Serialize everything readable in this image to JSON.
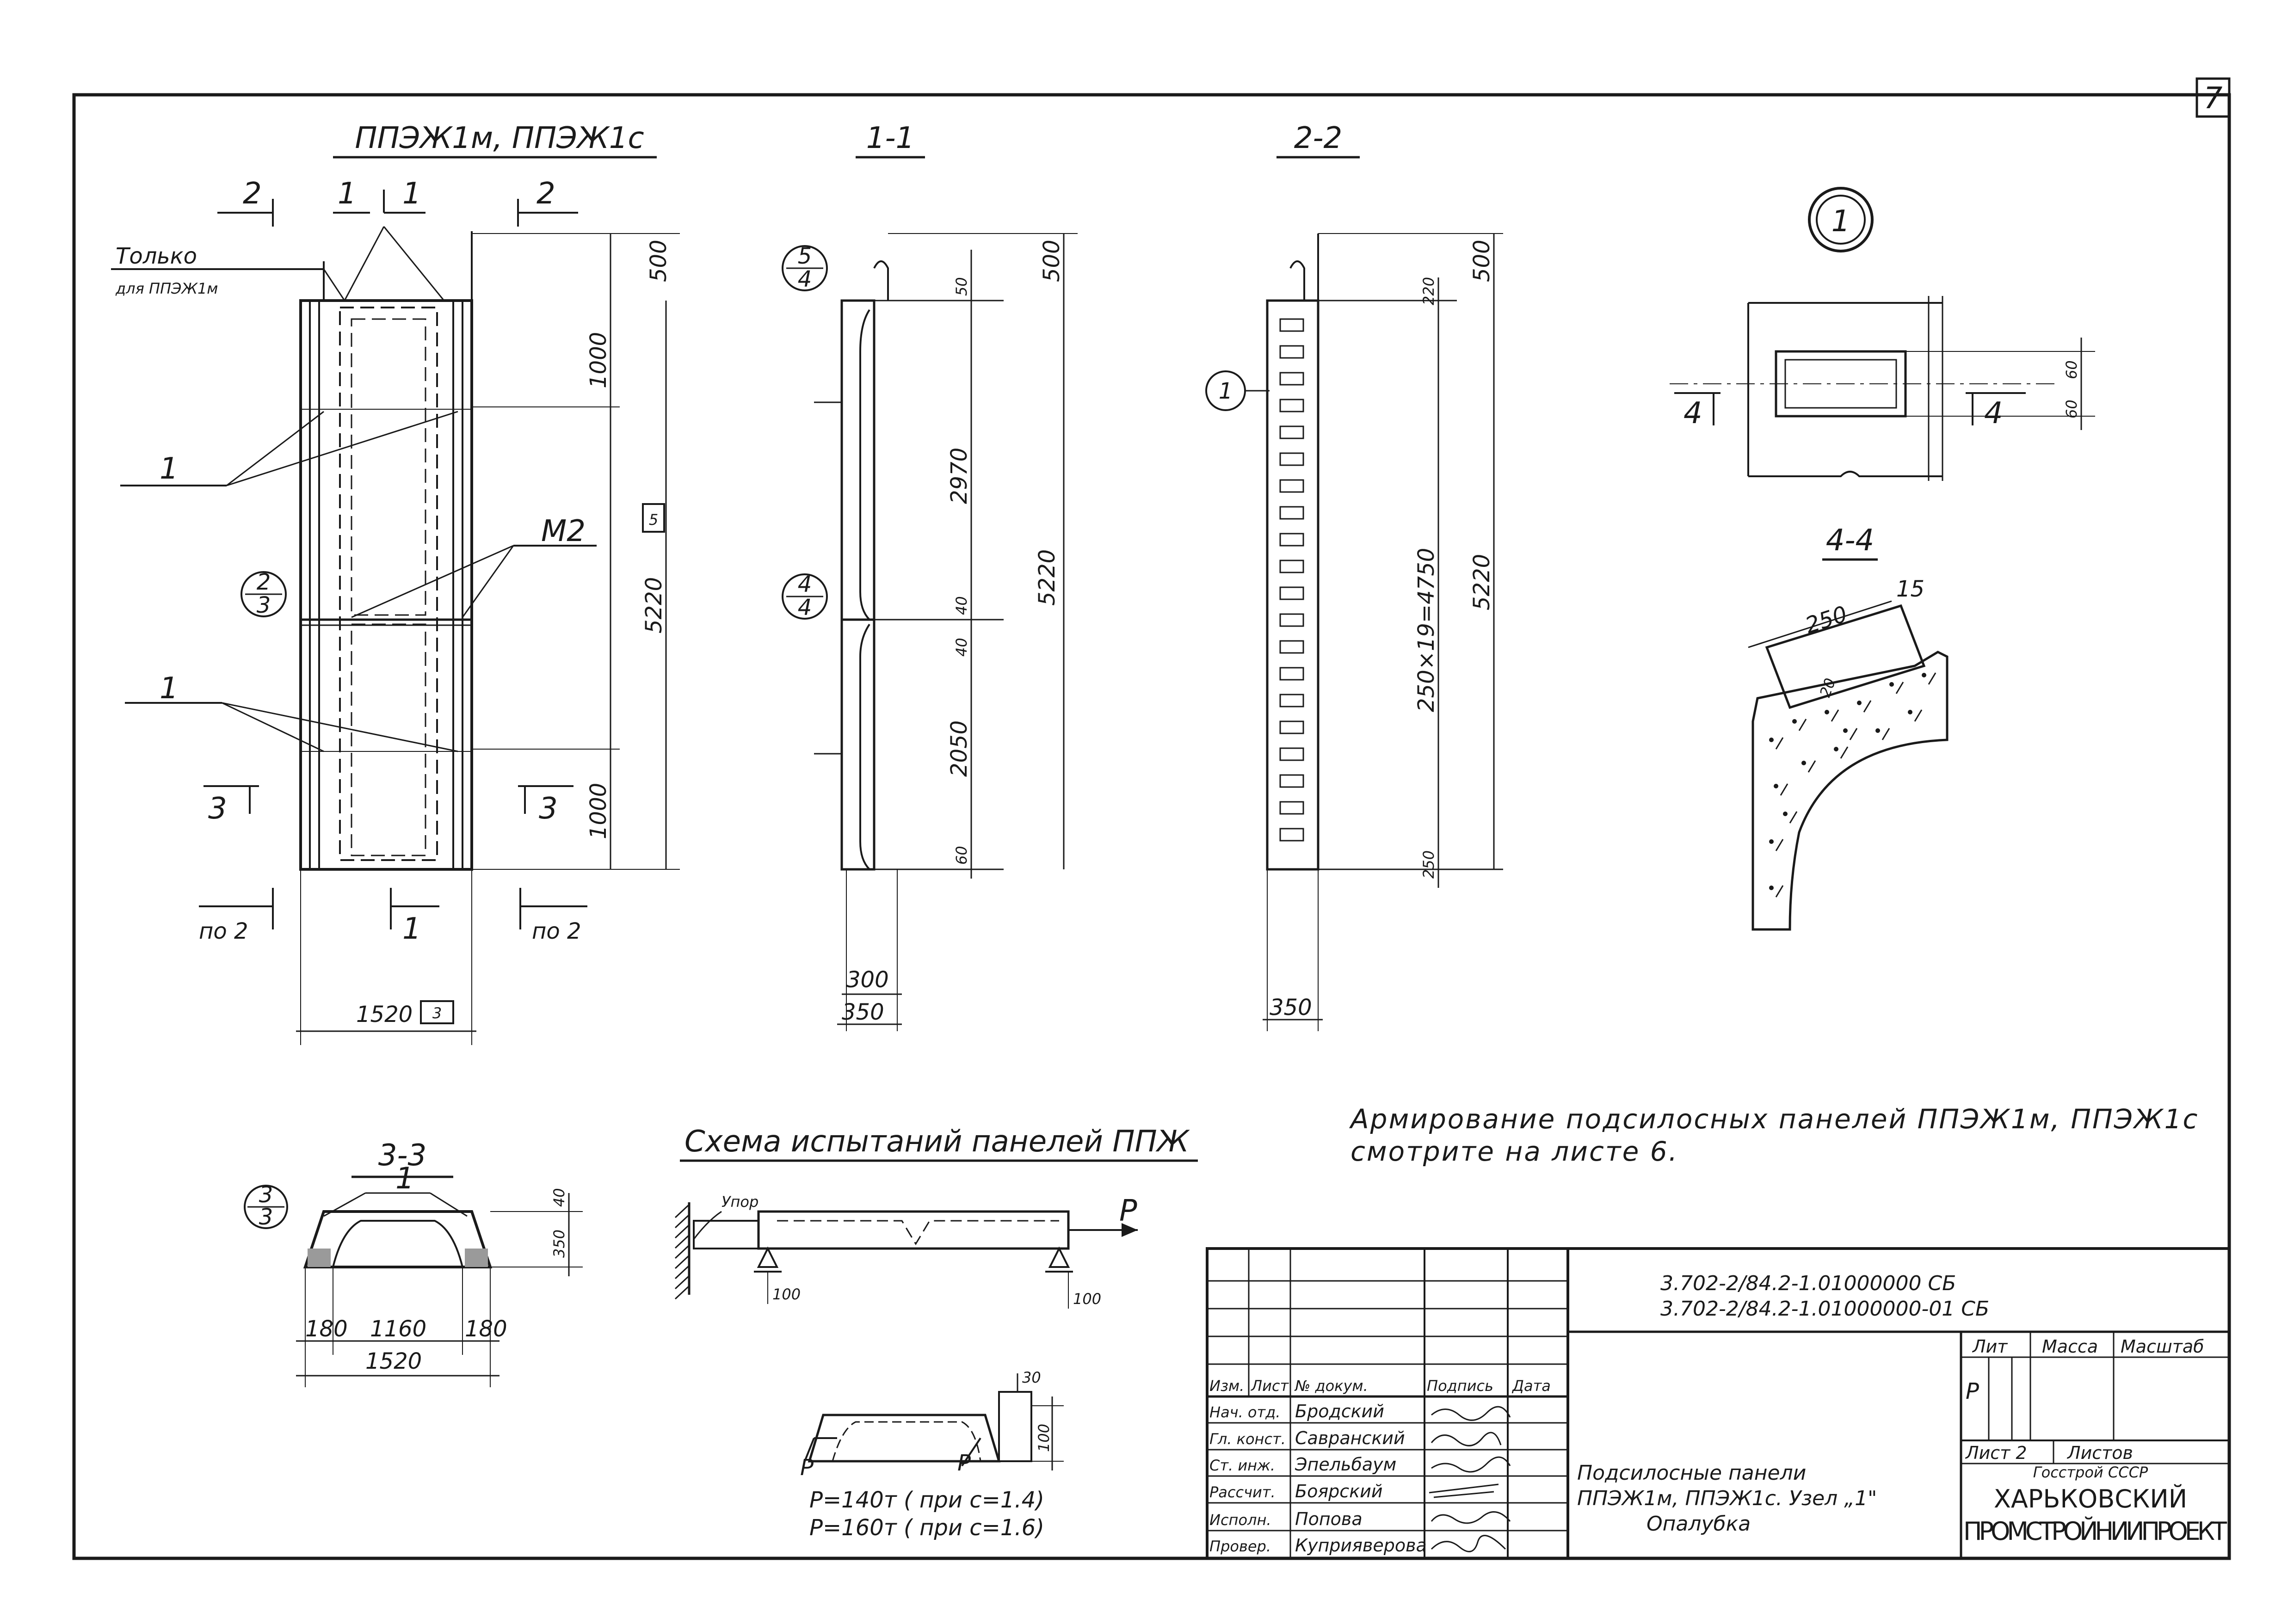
{
  "page_number": "7",
  "views": {
    "main": {
      "title": "ППЭЖ1м, ППЭЖ1с",
      "only_for_note": [
        "Только",
        "для ППЭЖ1м"
      ],
      "section_marks": [
        "2",
        "1",
        "1",
        "2",
        "3",
        "3",
        "по 2",
        "1",
        "по 2"
      ],
      "leader_labels": [
        "1",
        "1",
        "М2"
      ],
      "node_ref": [
        "2",
        "3"
      ],
      "dims_vertical": [
        "500",
        "1000",
        "5220",
        "1000"
      ],
      "dim_box": "5",
      "dim_width": "1520",
      "dim_width_box": "3"
    },
    "section_1_1": {
      "title": "1-1",
      "node_refs": [
        [
          "5",
          "4"
        ],
        [
          "4",
          "4"
        ]
      ],
      "dims": [
        "500",
        "50",
        "2970",
        "5220",
        "40",
        "40",
        "2050",
        "60",
        "300",
        "350"
      ]
    },
    "section_2_2": {
      "title": "2-2",
      "node_ref": "1",
      "dims": [
        "500",
        "220",
        "250×19=4750",
        "5220",
        "250",
        "350"
      ]
    },
    "node_1": {
      "title": "1",
      "dims": [
        "60",
        "60"
      ],
      "marks": [
        "4",
        "4"
      ]
    },
    "section_4_4": {
      "title": "4-4",
      "dims": [
        "250",
        "15",
        "20"
      ]
    },
    "section_3_3": {
      "title": "3-3",
      "node_ref": [
        "3",
        "3"
      ],
      "leader": "1",
      "dims": [
        "40",
        "350",
        "180",
        "1160",
        "180",
        "1520"
      ]
    },
    "test_scheme": {
      "title": "Схема испытаний панелей ППЖ",
      "stop_label": "Упор",
      "force_label": "Р",
      "support_dims": [
        "100",
        "100"
      ],
      "small_dims": [
        "30",
        "100",
        "P",
        "P"
      ],
      "formula_1": "Р=140т ( при с=1.4)",
      "formula_2": "Р=160т ( при с=1.6)"
    }
  },
  "note": [
    "Армирование подсилосных панелей ППЭЖ1м, ППЭЖ1с",
    "смотрите на листе 6."
  ],
  "title_block": {
    "code_1": "3.702-2/84.2-1.01000000 СБ",
    "code_2": "3.702-2/84.2-1.01000000-01 СБ",
    "header_cols": [
      "Изм.",
      "Лист",
      "№ докум.",
      "Подпись",
      "Дата"
    ],
    "staff": [
      {
        "role": "Нач. отд.",
        "name": "Бродский"
      },
      {
        "role": "Гл. конст.",
        "name": "Савранский"
      },
      {
        "role": "Ст. инж.",
        "name": "Эпельбаум"
      },
      {
        "role": "Рассчит.",
        "name": "Боярский"
      },
      {
        "role": "Исполн.",
        "name": "Попова"
      },
      {
        "role": "Провер.",
        "name": "Куприяверова"
      }
    ],
    "name_lines": [
      "Подсилосные панели",
      "ППЭЖ1м, ППЭЖ1с. Узел „1\"",
      "Опалубка"
    ],
    "stage_label": "Лит",
    "mass_label": "Масса",
    "scale_label": "Масштаб",
    "stage_value": "Р",
    "sheet_label": "Лист 2",
    "sheets_label": "Листов",
    "org_top": "Госстрой СССР",
    "org_mid": "ХАРЬКОВСКИЙ",
    "org_bot": "ПРОМСТРОЙНИИПРОЕКТ"
  }
}
